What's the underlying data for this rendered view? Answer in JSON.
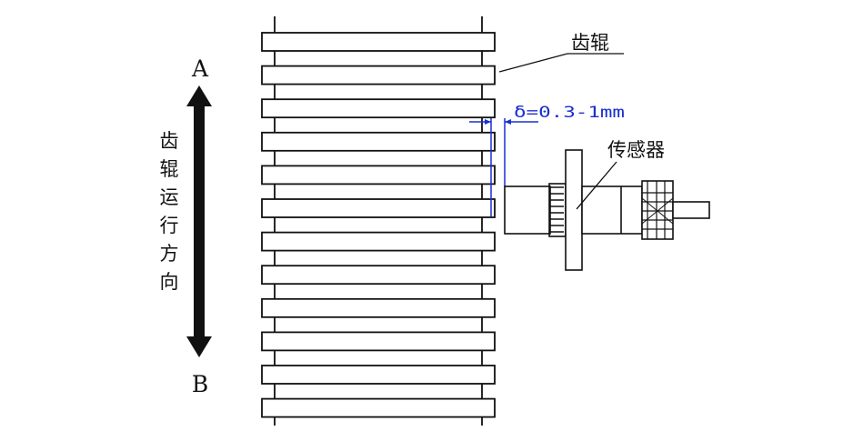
{
  "direction": {
    "top_label": "A",
    "bottom_label": "B",
    "chars": [
      "齿",
      "辊",
      "运",
      "行",
      "方",
      "向"
    ]
  },
  "labels": {
    "roller": "齿辊",
    "sensor": "传感器",
    "gap": "δ=0.3-1mm"
  },
  "colors": {
    "line": "#111111",
    "dimension": "#1a2fd0",
    "background": "#ffffff"
  },
  "roller": {
    "tooth_count": 12
  }
}
